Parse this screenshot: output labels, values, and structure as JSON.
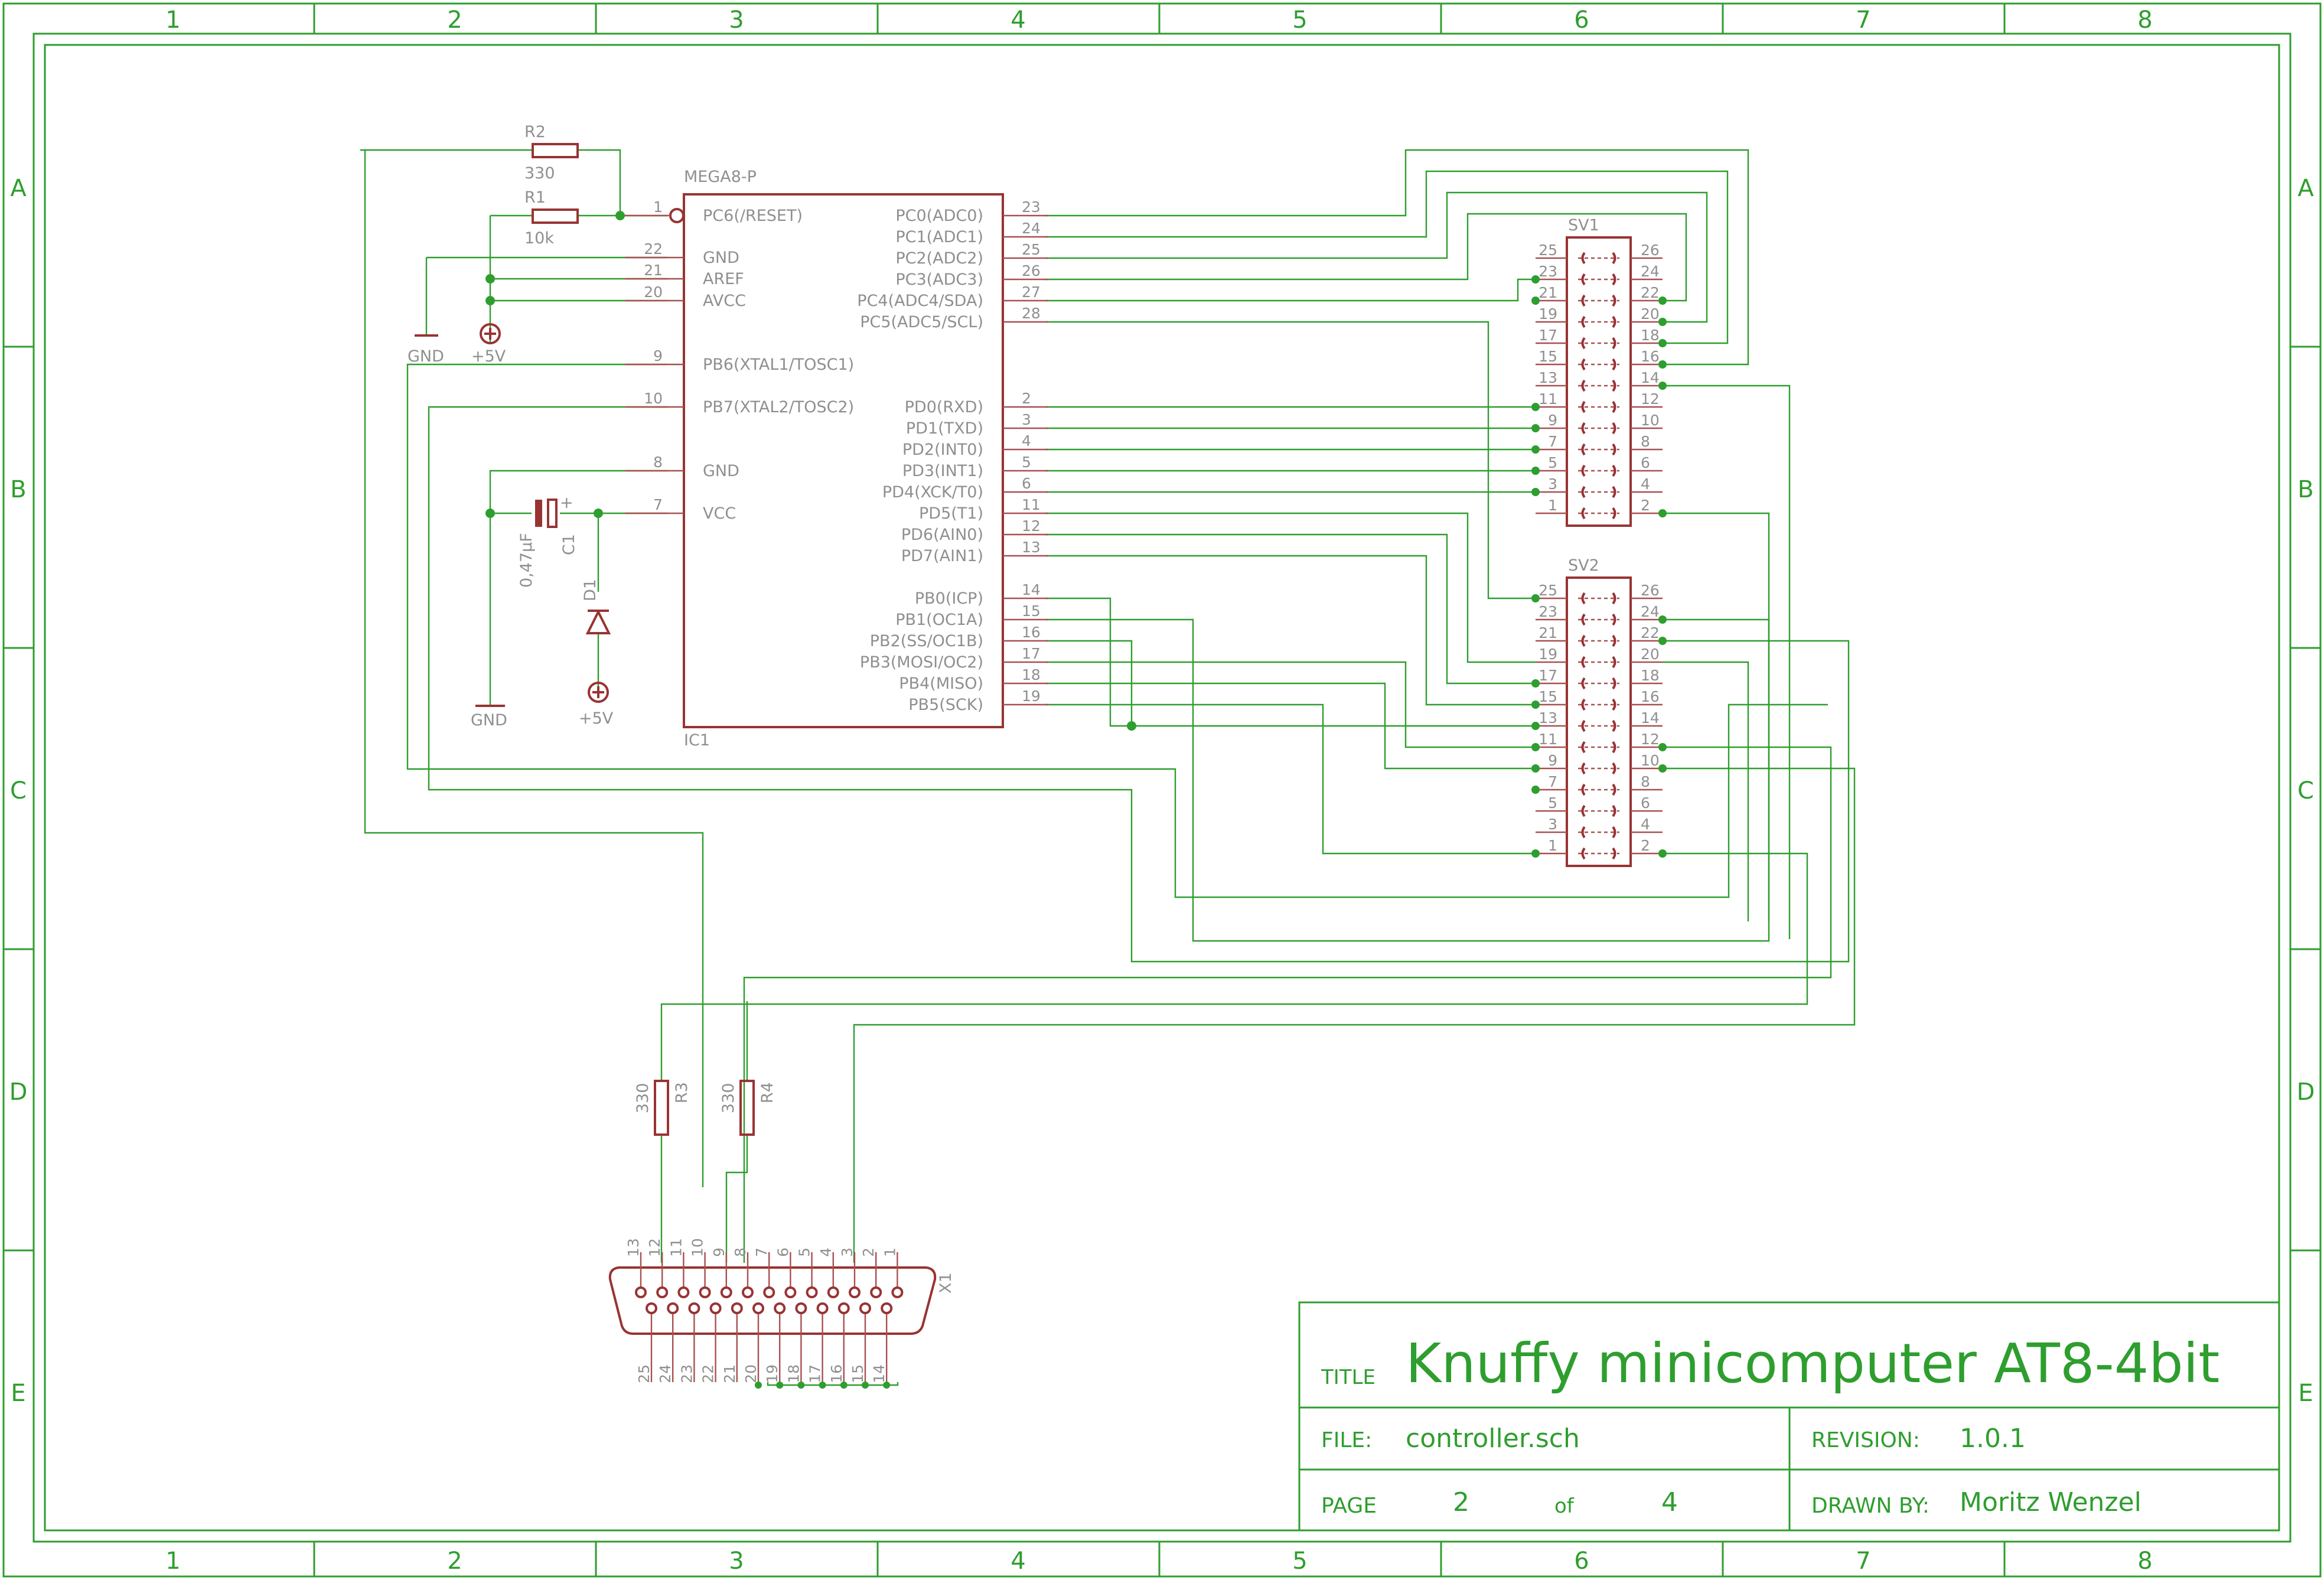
{
  "frame": {
    "columns": [
      "1",
      "2",
      "3",
      "4",
      "5",
      "6",
      "7",
      "8"
    ],
    "rows": [
      "A",
      "B",
      "C",
      "D",
      "E"
    ]
  },
  "title_block": {
    "title_label": "TITLE",
    "title": "Knuffy minicomputer AT8-4bit",
    "file_label": "FILE:",
    "file": "controller.sch",
    "revision_label": "REVISION:",
    "revision": "1.0.1",
    "page_label": "PAGE",
    "page": "2",
    "of_label": "of",
    "page_total": "4",
    "drawn_by_label": "DRAWN BY:",
    "drawn_by": "Moritz Wenzel"
  },
  "ic1": {
    "name": "IC1",
    "value": "MEGA8-P",
    "left_pins": [
      {
        "num": "1",
        "label": "PC6(/RESET)"
      },
      {
        "num": "22",
        "label": "GND"
      },
      {
        "num": "21",
        "label": "AREF"
      },
      {
        "num": "20",
        "label": "AVCC"
      },
      {
        "num": "9",
        "label": "PB6(XTAL1/TOSC1)"
      },
      {
        "num": "10",
        "label": "PB7(XTAL2/TOSC2)"
      },
      {
        "num": "8",
        "label": "GND"
      },
      {
        "num": "7",
        "label": "VCC"
      }
    ],
    "right_pins": [
      {
        "num": "23",
        "label": "PC0(ADC0)"
      },
      {
        "num": "24",
        "label": "PC1(ADC1)"
      },
      {
        "num": "25",
        "label": "PC2(ADC2)"
      },
      {
        "num": "26",
        "label": "PC3(ADC3)"
      },
      {
        "num": "27",
        "label": "PC4(ADC4/SDA)"
      },
      {
        "num": "28",
        "label": "PC5(ADC5/SCL)"
      },
      {
        "num": "2",
        "label": "PD0(RXD)"
      },
      {
        "num": "3",
        "label": "PD1(TXD)"
      },
      {
        "num": "4",
        "label": "PD2(INT0)"
      },
      {
        "num": "5",
        "label": "PD3(INT1)"
      },
      {
        "num": "6",
        "label": "PD4(XCK/T0)"
      },
      {
        "num": "11",
        "label": "PD5(T1)"
      },
      {
        "num": "12",
        "label": "PD6(AIN0)"
      },
      {
        "num": "13",
        "label": "PD7(AIN1)"
      },
      {
        "num": "14",
        "label": "PB0(ICP)"
      },
      {
        "num": "15",
        "label": "PB1(OC1A)"
      },
      {
        "num": "16",
        "label": "PB2(SS/OC1B)"
      },
      {
        "num": "17",
        "label": "PB3(MOSI/OC2)"
      },
      {
        "num": "18",
        "label": "PB4(MISO)"
      },
      {
        "num": "19",
        "label": "PB5(SCK)"
      }
    ]
  },
  "r1": {
    "name": "R1",
    "value": "10k"
  },
  "r2": {
    "name": "R2",
    "value": "330"
  },
  "r3": {
    "name": "R3",
    "value": "330"
  },
  "r4": {
    "name": "R4",
    "value": "330"
  },
  "c1": {
    "name": "C1",
    "value": "0,47µF"
  },
  "d1": {
    "name": "D1"
  },
  "supplies": {
    "gnd": "GND",
    "vcc": "+5V"
  },
  "sv1": {
    "name": "SV1"
  },
  "sv2": {
    "name": "SV2"
  },
  "header_left_pins": [
    "25",
    "23",
    "21",
    "19",
    "17",
    "15",
    "13",
    "11",
    "9",
    "7",
    "5",
    "3",
    "1"
  ],
  "header_right_pins": [
    "26",
    "24",
    "22",
    "20",
    "18",
    "16",
    "14",
    "12",
    "10",
    "8",
    "6",
    "4",
    "2"
  ],
  "x1": {
    "name": "X1",
    "top_pins": [
      "13",
      "12",
      "11",
      "10",
      "9",
      "8",
      "7",
      "6",
      "5",
      "4",
      "3",
      "2",
      "1"
    ],
    "bottom_pins": [
      "25",
      "24",
      "23",
      "22",
      "21",
      "20",
      "19",
      "18",
      "17",
      "16",
      "15",
      "14"
    ]
  }
}
